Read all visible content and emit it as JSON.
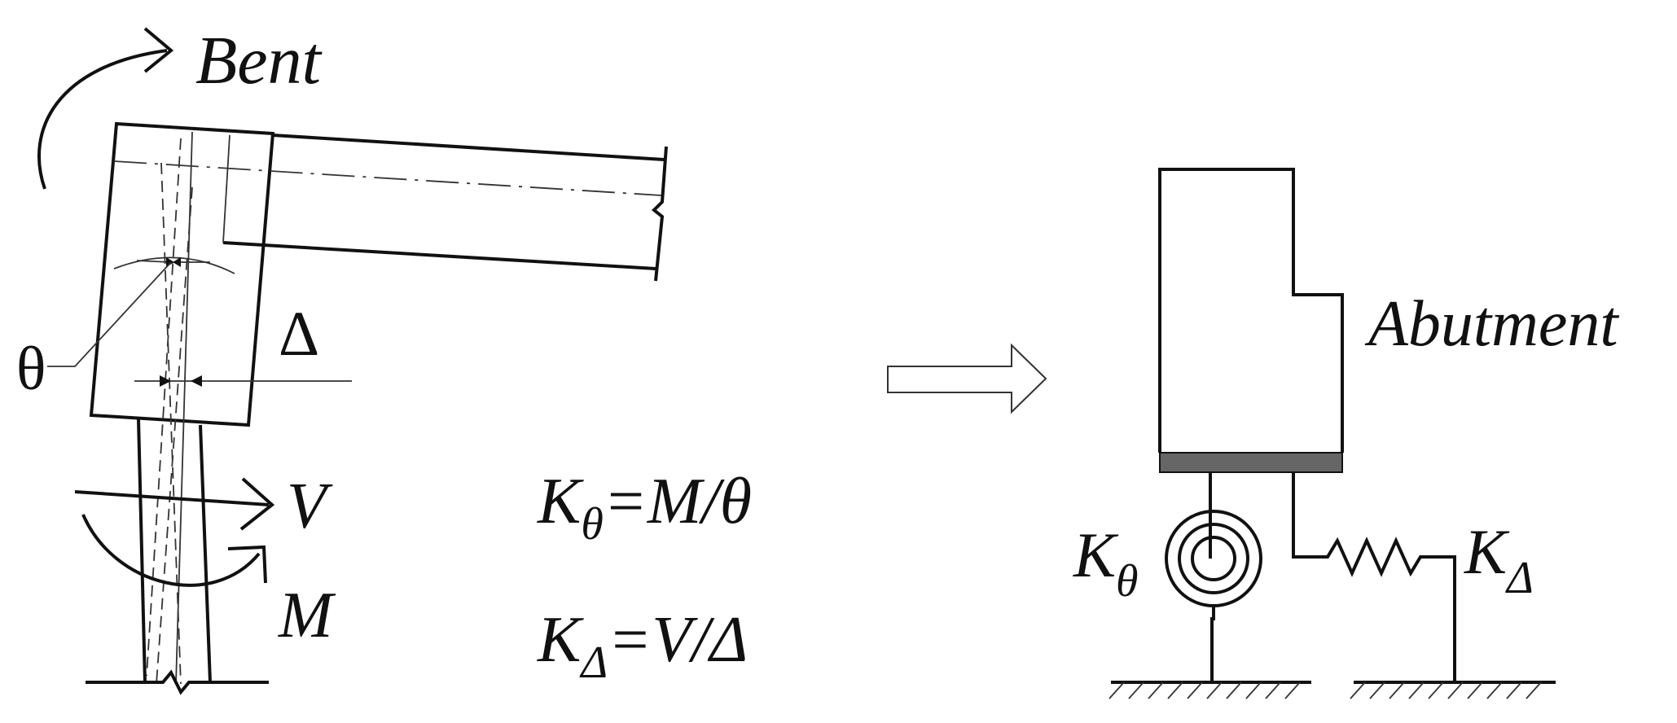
{
  "labels": {
    "bent": "Bent",
    "theta": "θ",
    "delta": "Δ",
    "shear": "V",
    "moment": "M",
    "abutment": "Abutment"
  },
  "equations": {
    "k_theta": {
      "base": "K",
      "sub": "θ",
      "rhs": "=M/θ"
    },
    "k_delta": {
      "base": "K",
      "sub": "Δ",
      "rhs": "=V/Δ"
    }
  },
  "springs": {
    "rotational": {
      "base": "K",
      "sub": "θ"
    },
    "translational": {
      "base": "K",
      "sub": "Δ"
    }
  },
  "colors": {
    "line": "#111111",
    "bearing_pad": "#666666"
  }
}
